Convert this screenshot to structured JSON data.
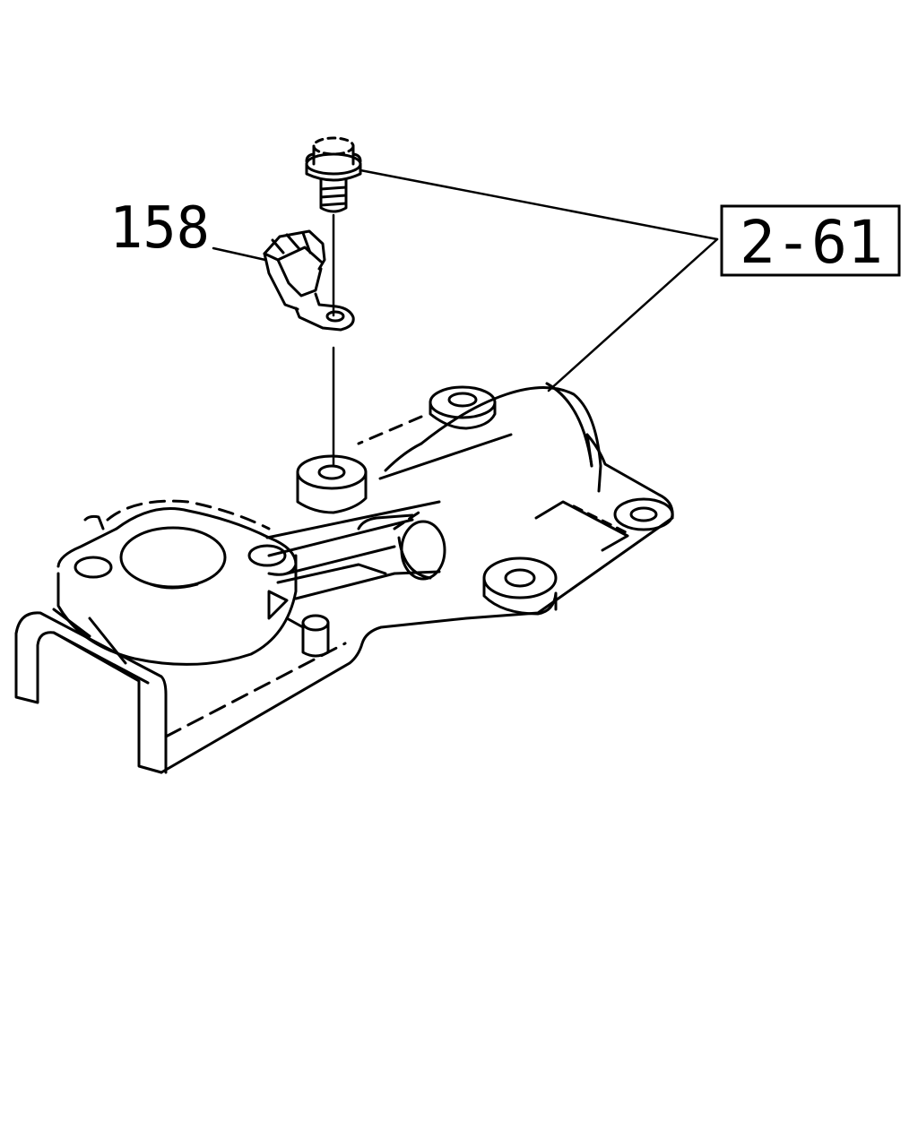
{
  "diagram": {
    "callouts": [
      {
        "id": "part-158",
        "text": "158",
        "boxed": false
      },
      {
        "id": "ref-2-61",
        "text": "2-61",
        "boxed": true
      }
    ],
    "line_color": "#000000",
    "background": "#ffffff"
  }
}
